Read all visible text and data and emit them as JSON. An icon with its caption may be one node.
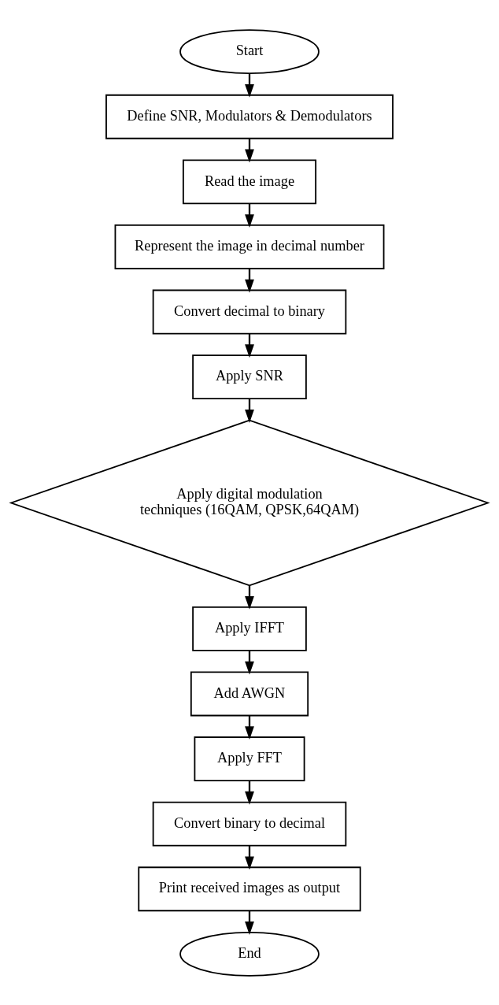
{
  "diagram": {
    "nodes": [
      {
        "text": [
          "Start"
        ]
      },
      {
        "text": [
          "Define SNR, Modulators & Demodulators"
        ]
      },
      {
        "text": [
          "Read the image"
        ]
      },
      {
        "text": [
          "Represent the image in decimal number"
        ]
      },
      {
        "text": [
          "Convert decimal to binary"
        ]
      },
      {
        "text": [
          "Apply SNR"
        ]
      },
      {
        "text": [
          "Apply digital modulation techniques (16QAM, QPSK,64QAM)"
        ]
      },
      {
        "text": [
          "Apply IFFT"
        ]
      },
      {
        "text": [
          "Add AWGN"
        ]
      },
      {
        "text": [
          "Apply FFT"
        ]
      },
      {
        "text": [
          "Convert binary to decimal"
        ]
      },
      {
        "text": [
          "Print received images as output"
        ]
      },
      {
        "text": [
          "End"
        ]
      }
    ],
    "edges": [
      {
        "from": 0,
        "to": 1,
        "arrow": "to"
      },
      {
        "from": 1,
        "to": 2,
        "arrow": "to"
      },
      {
        "from": 2,
        "to": 3,
        "arrow": "to"
      },
      {
        "from": 3,
        "to": 4,
        "arrow": "to"
      },
      {
        "from": 4,
        "to": 5,
        "arrow": "to"
      },
      {
        "from": 5,
        "to": 6,
        "arrow": "to"
      },
      {
        "from": 6,
        "to": 7,
        "arrow": "to"
      },
      {
        "from": 7,
        "to": 8,
        "arrow": "to"
      },
      {
        "from": 8,
        "to": 9,
        "arrow": "to"
      },
      {
        "from": 9,
        "to": 10,
        "arrow": "to"
      },
      {
        "from": 10,
        "to": 11,
        "arrow": "to"
      },
      {
        "from": 11,
        "to": 12,
        "arrow": "to"
      }
    ]
  }
}
